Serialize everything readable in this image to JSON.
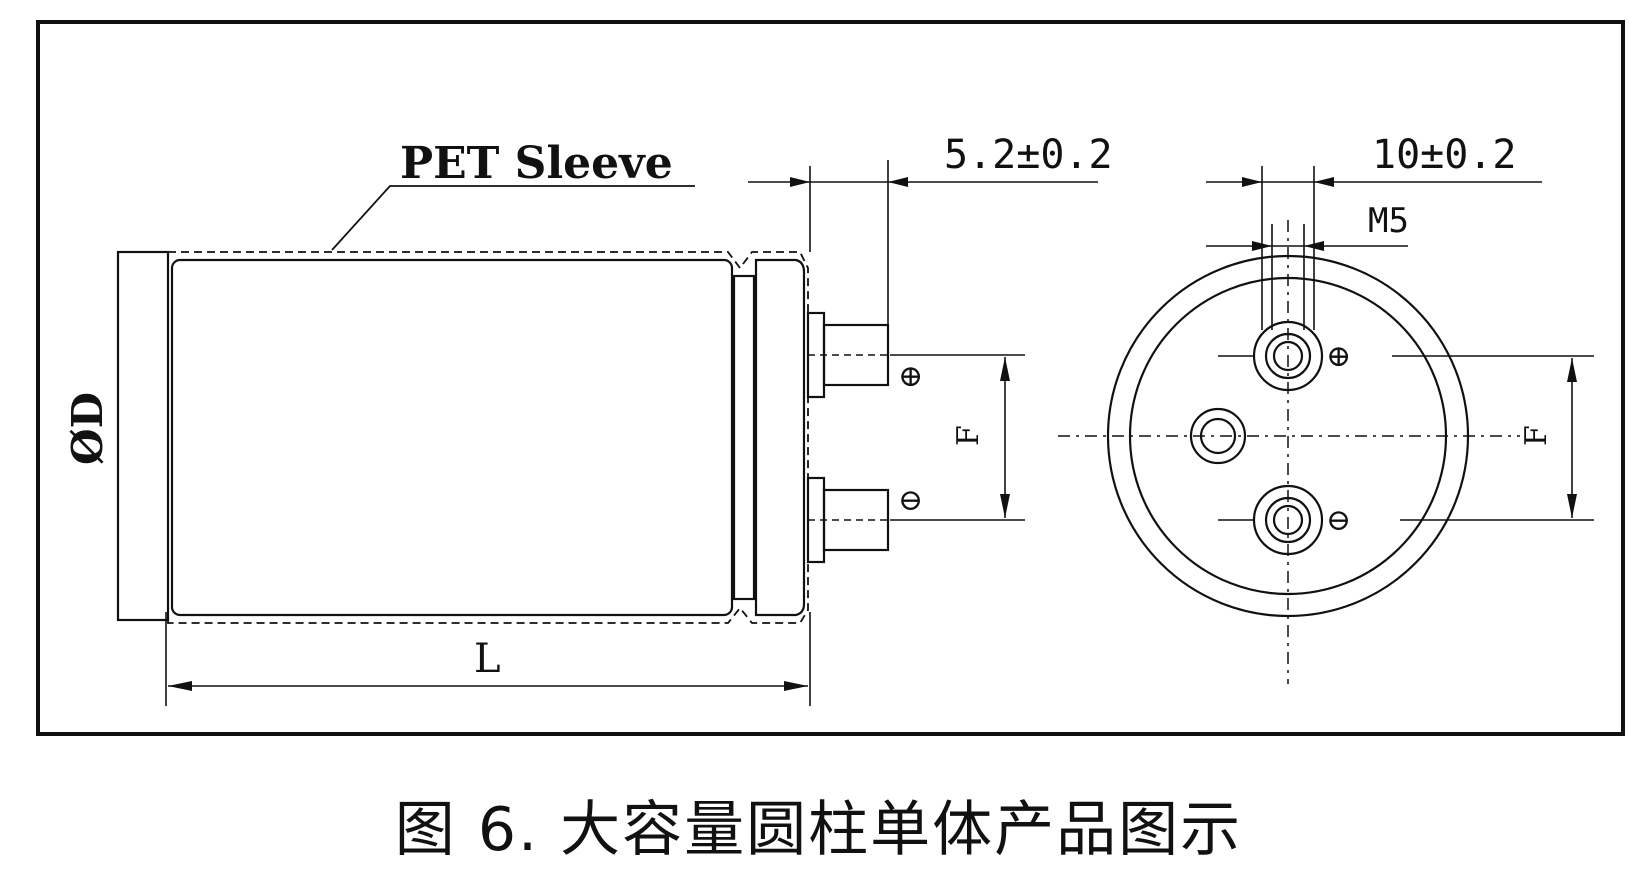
{
  "diagram": {
    "labels": {
      "sleeve": "PET Sleeve",
      "terminal_length": "5.2±0.2",
      "terminal_spacing": "10±0.2",
      "thread": "M5",
      "diameter": "ØD",
      "length": "L",
      "pitch_side": "F",
      "pitch_end": "F",
      "plus_side": "⊕",
      "minus_side": "⊖",
      "plus_end": "⊕",
      "minus_end": "⊖"
    },
    "caption": "图 6.  大容量圆柱单体产品图示"
  }
}
